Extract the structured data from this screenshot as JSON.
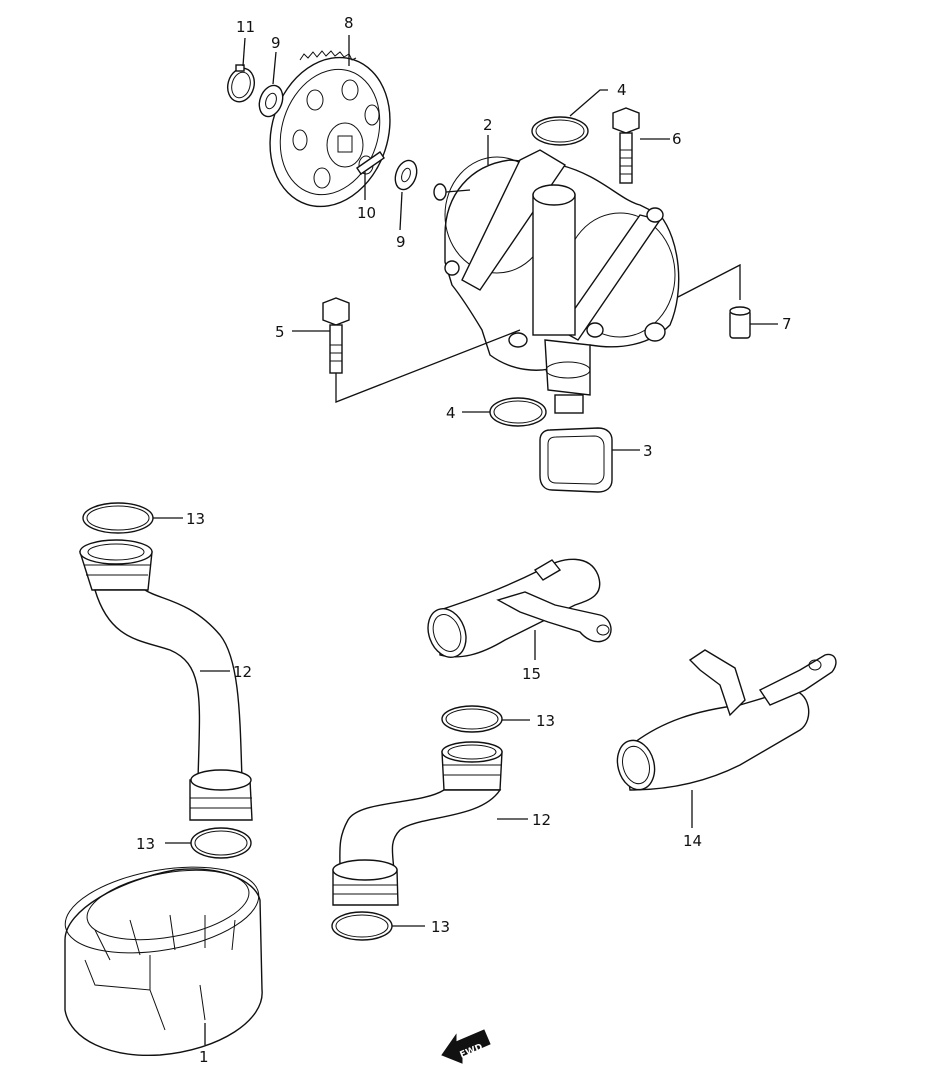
{
  "callouts": {
    "c1": "1",
    "c2": "2",
    "c3": "3",
    "c4a": "4",
    "c4b": "4",
    "c5": "5",
    "c6": "6",
    "c7": "7",
    "c8": "8",
    "c9a": "9",
    "c9b": "9",
    "c10": "10",
    "c11": "11",
    "c12a": "12",
    "c12b": "12",
    "c13a": "13",
    "c13b": "13",
    "c13c": "13",
    "c13d": "13",
    "c14": "14",
    "c15": "15"
  },
  "fwd_label": "FWD"
}
